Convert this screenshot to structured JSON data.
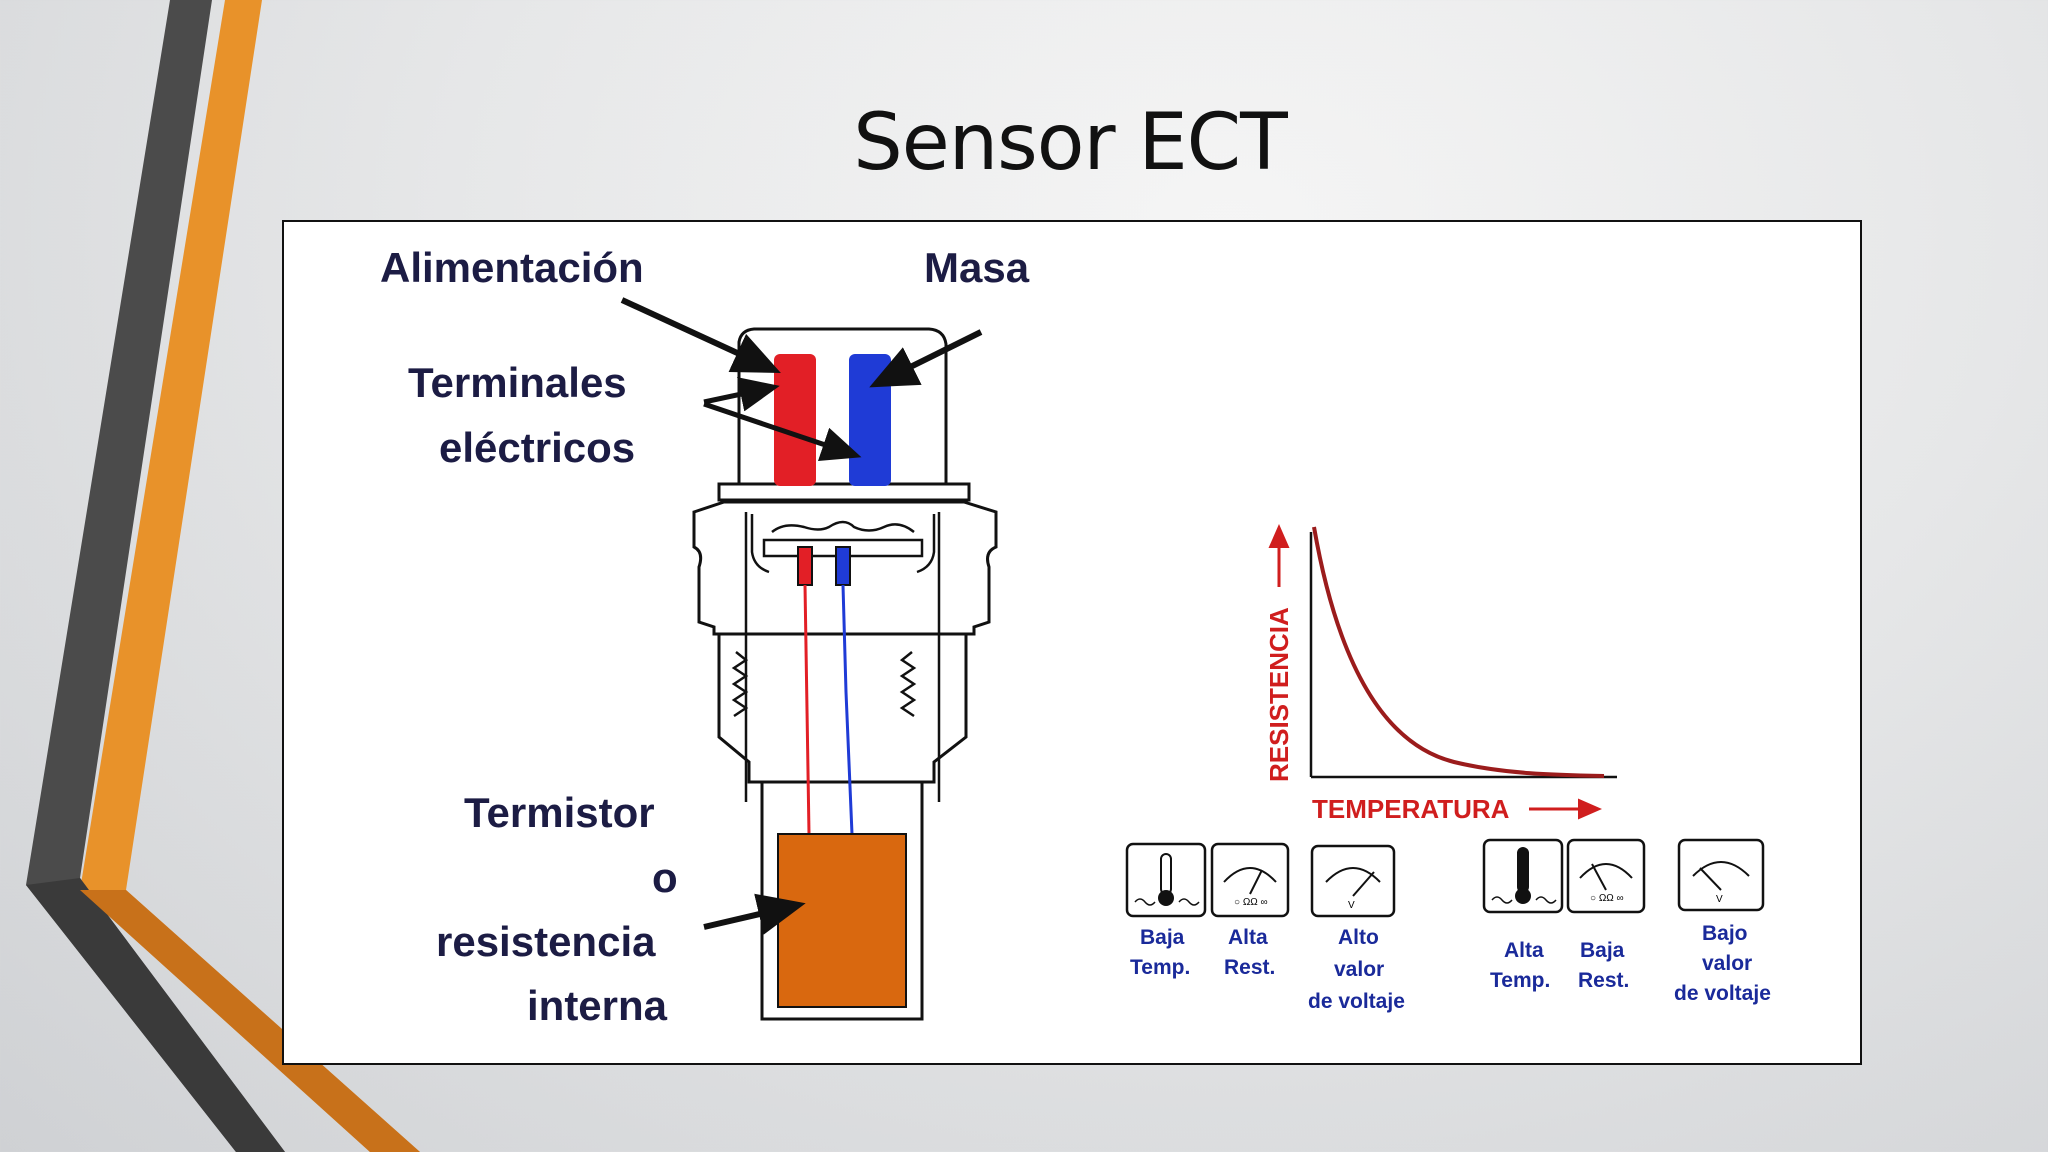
{
  "slide": {
    "title": "Sensor ECT"
  },
  "colors": {
    "accent_orange": "#e8922a",
    "accent_gray": "#4a4a4a",
    "terminal_red": "#e21f26",
    "terminal_blue": "#1f3bd6",
    "thermistor": "#d9680f",
    "curve": "#9b1c1c"
  },
  "sensor_labels": {
    "power": "Alimentación",
    "ground": "Masa",
    "terminals_line1": "Terminales",
    "terminals_line2": "eléctricos",
    "thermistor_line1": "Termistor",
    "thermistor_line2": "o",
    "thermistor_line3": "resistencia",
    "thermistor_line4": "interna"
  },
  "chart": {
    "y_axis": "RESISTENCIA",
    "x_axis": "TEMPERATURA"
  },
  "gauges": {
    "left": {
      "label1_line1": "Baja",
      "label1_line2": "Temp.",
      "label2_line1": "Alta",
      "label2_line2": "Rest.",
      "label3_line1": "Alto",
      "label3_line2": "valor",
      "label3_line3": "de voltaje"
    },
    "right": {
      "label1_line1": "Alta",
      "label1_line2": "Temp.",
      "label2_line1": "Baja",
      "label2_line2": "Rest.",
      "label3_line1": "Bajo",
      "label3_line2": "valor",
      "label3_line3": "de voltaje"
    }
  },
  "icons": [
    "arrow-icon",
    "thermometer-icon",
    "ohmmeter-icon",
    "voltmeter-icon"
  ]
}
